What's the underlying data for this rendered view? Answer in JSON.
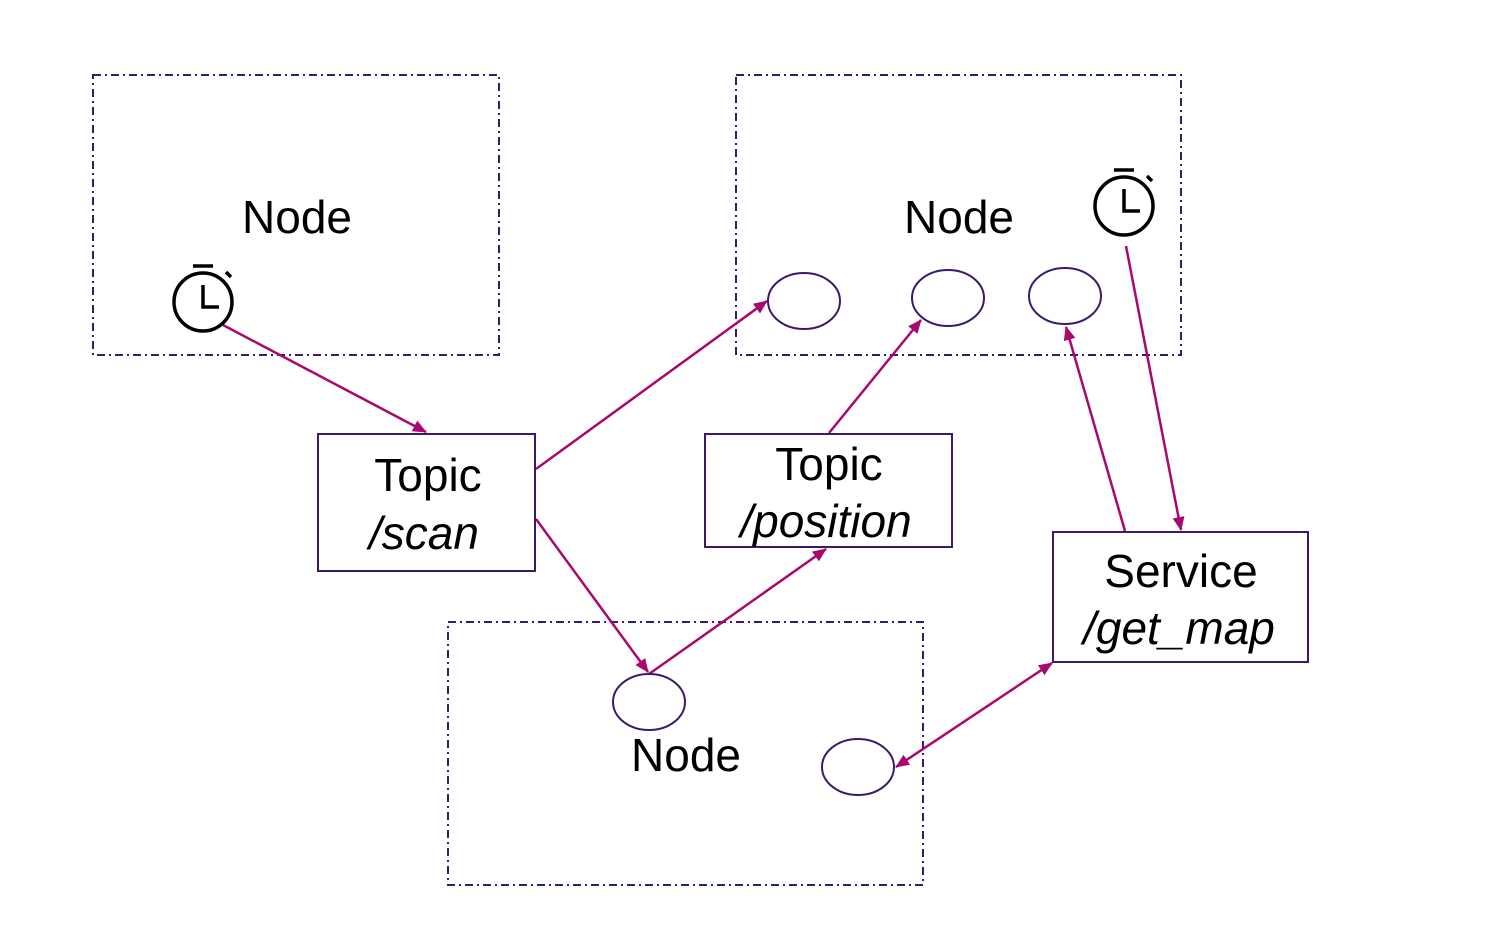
{
  "colors": {
    "node_border": "#3c1a6b",
    "edge": "#a8096e",
    "text": "#000000",
    "background": "#ffffff"
  },
  "nodes": [
    {
      "label": "Node"
    },
    {
      "label": "Node"
    },
    {
      "label": "Node"
    }
  ],
  "topics": [
    {
      "title": "Topic",
      "name": "/scan"
    },
    {
      "title": "Topic",
      "name": "/position"
    }
  ],
  "service": {
    "title": "Service",
    "name": "/get_map"
  },
  "icons": [
    "timer-icon",
    "timer-icon"
  ]
}
